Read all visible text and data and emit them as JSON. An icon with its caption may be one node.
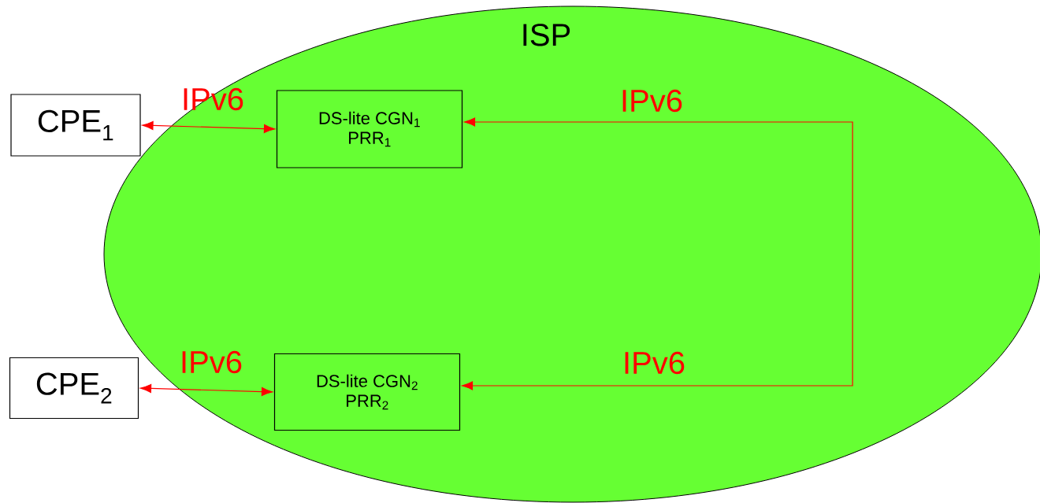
{
  "diagram": {
    "nodes": [
      {
        "text": [
          "ISP"
        ]
      },
      {
        "text": [
          "CPE$_{1}$"
        ]
      },
      {
        "text": [
          "DS-lite CGN$_{1}$",
          "PRR$_{1}$"
        ],
        "in": 0
      },
      {
        "text": [
          "CPE$_{2}$"
        ]
      },
      {
        "text": [
          "DS-lite CGN$_{2}$",
          "PRR$_{2}$"
        ],
        "in": 0
      }
    ],
    "edges": [
      {
        "from": 1,
        "to": 2,
        "arrow": "both",
        "label": "IPv6"
      },
      {
        "from": 3,
        "to": 4,
        "arrow": "both",
        "label": "IPv6"
      },
      {
        "from": 2,
        "to": 4,
        "arrow": "both",
        "label": "IPv6"
      }
    ],
    "labels": [
      "IPv6"
    ]
  }
}
